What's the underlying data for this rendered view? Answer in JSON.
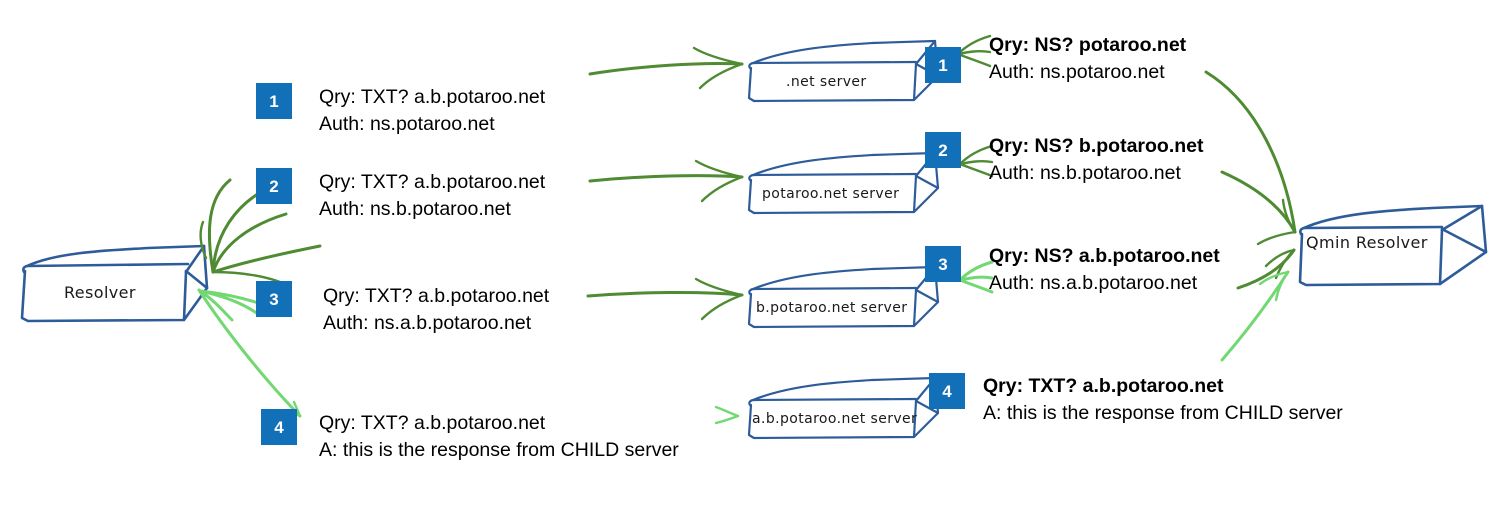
{
  "diagram": {
    "title": "DNS QNAME minimisation query flow",
    "colors": {
      "badge_blue": "#1270b8",
      "box_outline_blue": "#2e5c9a",
      "arrow_green_dark": "#4e8b32",
      "arrow_green_light": "#72d872",
      "text_black": "#000000"
    },
    "nodes": [
      {
        "id": "resolver",
        "label": "Resolver"
      },
      {
        "id": "net-server",
        "label": ".net server"
      },
      {
        "id": "potaroo-server",
        "label": "potaroo.net server"
      },
      {
        "id": "b-potaroo-server",
        "label": "b.potaroo.net server"
      },
      {
        "id": "ab-potaroo-server",
        "label": "a.b.potaroo.net server"
      },
      {
        "id": "qmin-resolver",
        "label": "Qmin Resolver"
      }
    ],
    "left_callouts": [
      {
        "badge": "1",
        "line1": "Qry: TXT?  a.b.potaroo.net",
        "line2": "Auth:  ns.potaroo.net"
      },
      {
        "badge": "2",
        "line1": "Qry: TXT?  a.b.potaroo.net",
        "line2": "Auth:  ns.b.potaroo.net"
      },
      {
        "badge": "3",
        "line1": "Qry: TXT?  a.b.potaroo.net",
        "line2": "Auth:  ns.a.b.potaroo.net"
      },
      {
        "badge": "4",
        "line1": "Qry: TXT?  a.b.potaroo.net",
        "line2": "A:  this is the response from CHILD server"
      }
    ],
    "right_callouts": [
      {
        "badge": "1",
        "line1": "Qry: NS?  potaroo.net",
        "line2": "Auth:  ns.potaroo.net"
      },
      {
        "badge": "2",
        "line1": "Qry: NS?  b.potaroo.net",
        "line2": "Auth:  ns.b.potaroo.net"
      },
      {
        "badge": "3",
        "line1": "Qry: NS?  a.b.potaroo.net",
        "line2": "Auth:  ns.a.b.potaroo.net"
      },
      {
        "badge": "4",
        "line1": "Qry: TXT?  a.b.potaroo.net",
        "line2": "A:  this is the response from CHILD server"
      }
    ]
  }
}
